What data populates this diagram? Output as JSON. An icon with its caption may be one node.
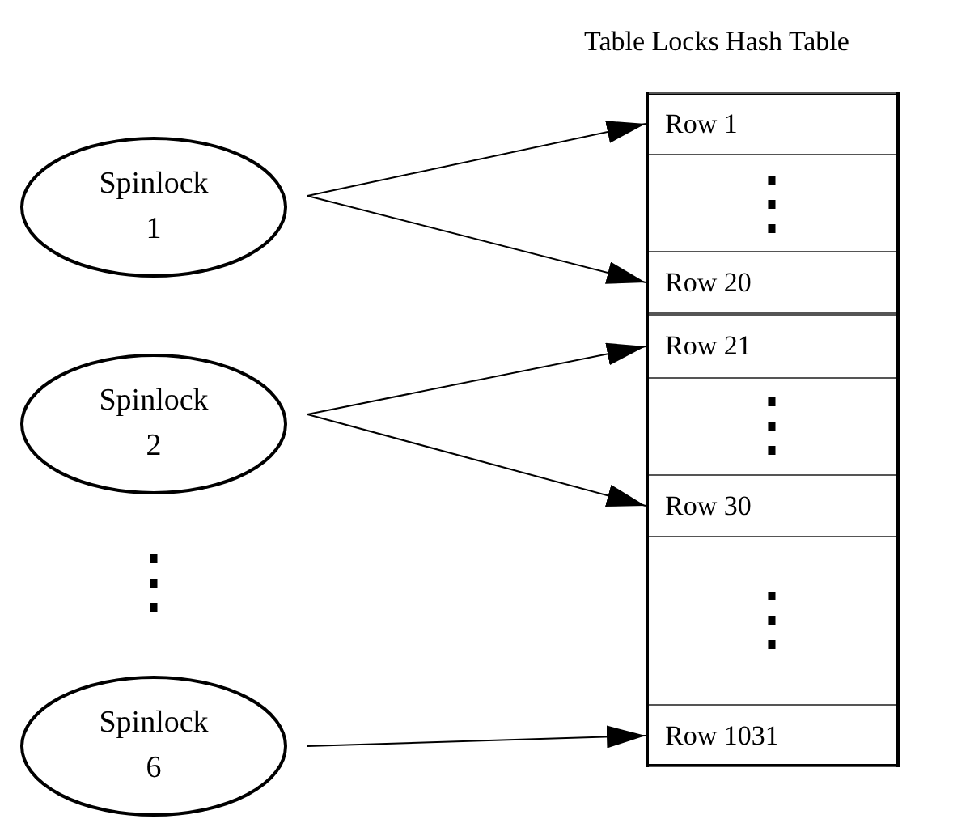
{
  "diagram": {
    "nodes": [
      {
        "text": [
          "Spinlock 1"
        ]
      },
      {
        "text": [
          "Spinlock 2"
        ]
      },
      {
        "text": [
          "Spinlock 6"
        ]
      },
      {
        "text": [
          "Table Locks Hash Table"
        ]
      },
      {
        "text": [
          "Row 1"
        ],
        "in": 3
      },
      {
        "text": [
          "Row 20"
        ],
        "in": 3
      },
      {
        "text": [
          "Row 21"
        ],
        "in": 3
      },
      {
        "text": [
          "Row 30"
        ],
        "in": 3
      },
      {
        "text": [
          "Row 1031"
        ],
        "in": 3
      }
    ],
    "edges": [
      {
        "from": 0,
        "to": 4,
        "arrow": "to"
      },
      {
        "from": 0,
        "to": 5,
        "arrow": "to"
      },
      {
        "from": 1,
        "to": 6,
        "arrow": "to"
      },
      {
        "from": 1,
        "to": 7,
        "arrow": "to"
      },
      {
        "from": 2,
        "to": 8,
        "arrow": "to"
      }
    ],
    "labels": [
      "⋮",
      "⋮",
      "⋮",
      "⋮"
    ]
  }
}
